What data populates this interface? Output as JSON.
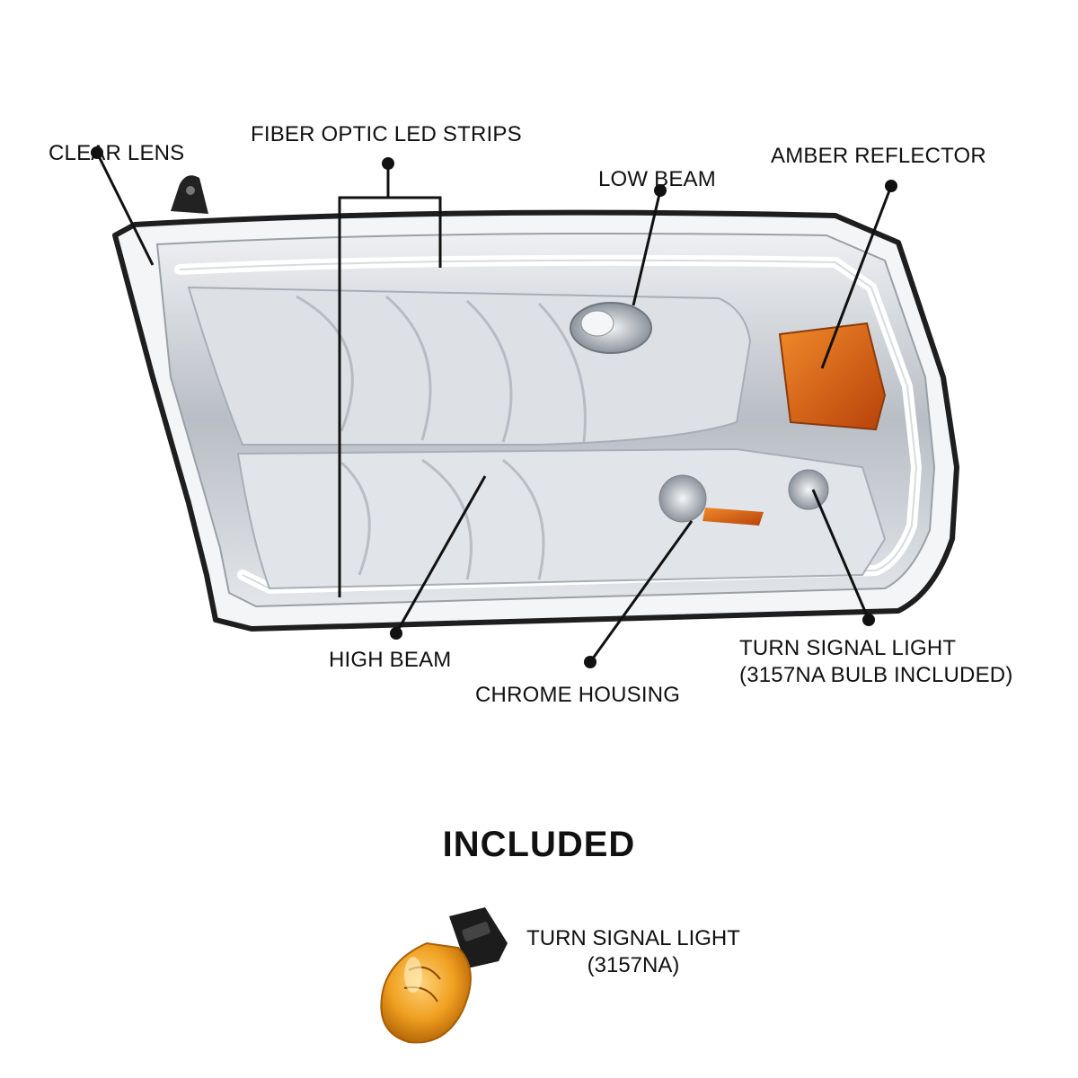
{
  "callouts": {
    "clear_lens": "CLEAR LENS",
    "fiber_optic": "FIBER OPTIC LED STRIPS",
    "low_beam": "LOW BEAM",
    "amber_reflector": "AMBER REFLECTOR",
    "high_beam": "HIGH BEAM",
    "chrome_housing": "CHROME HOUSING",
    "turn_signal_line1": "TURN SIGNAL LIGHT",
    "turn_signal_line2": "(3157NA BULB INCLUDED)"
  },
  "included": {
    "title": "INCLUDED",
    "item_line1": "TURN SIGNAL LIGHT",
    "item_line2": "(3157NA)"
  },
  "colors": {
    "accent_amber": "#d4560f",
    "frame": "#3d4347",
    "chrome": "#c9ccd1"
  },
  "icons": [
    "headlight-assembly",
    "3157na-bulb"
  ]
}
